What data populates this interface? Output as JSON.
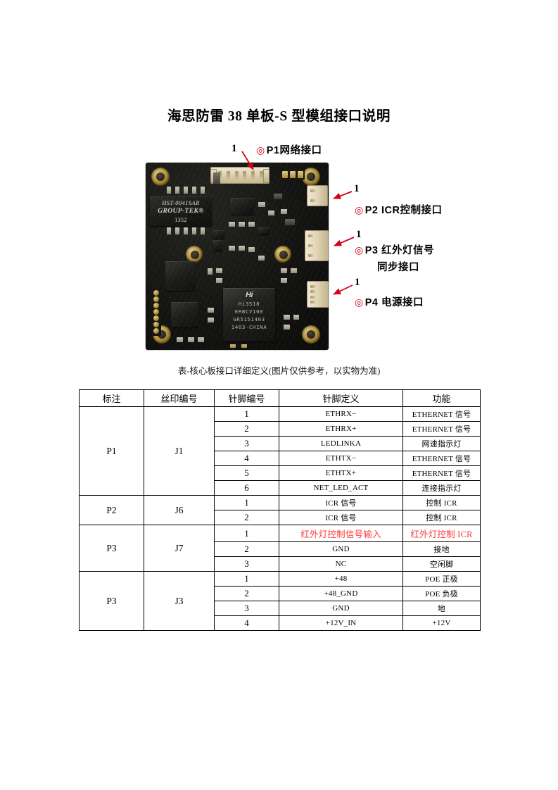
{
  "document": {
    "title": "海思防雷 38 单板-S 型模组接口说明",
    "caption": "表-核心板接口详细定义(图片仅供参考，以实物为准)"
  },
  "figure": {
    "callouts": [
      {
        "num": "1",
        "bullet": "◎",
        "label": "P1网络接口"
      },
      {
        "num": "1",
        "bullet": "◎",
        "label": "P2 ICR控制接口"
      },
      {
        "num": "1",
        "bullet": "◎",
        "label": "P3 红外灯信号",
        "label2": "同步接口"
      },
      {
        "num": "1",
        "bullet": "◎",
        "label": "P4 电源接口"
      }
    ],
    "board": {
      "transformer": {
        "line1": "HST-0041SAR",
        "line2": "GROUP-TEK®",
        "line3": "1352"
      },
      "soc": {
        "logo": "Hi",
        "line1": "Hi3518",
        "line2": "ERBCV100",
        "line3": "GR5151403",
        "line4": "1403-CHINA"
      }
    }
  },
  "table": {
    "headers": [
      "标注",
      "丝印编号",
      "针脚编号",
      "针脚定义",
      "功能"
    ],
    "groups": [
      {
        "mark": "P1",
        "silk": "J1",
        "rows": [
          {
            "pin": "1",
            "def": "ETHRX−",
            "func": "ETHERNET 信号",
            "red": false
          },
          {
            "pin": "2",
            "def": "ETHRX+",
            "func": "ETHERNET 信号",
            "red": false
          },
          {
            "pin": "3",
            "def": "LEDLINKA",
            "func": "网速指示灯",
            "red": false
          },
          {
            "pin": "4",
            "def": "ETHTX−",
            "func": "ETHERNET 信号",
            "red": false
          },
          {
            "pin": "5",
            "def": "ETHTX+",
            "func": "ETHERNET 信号",
            "red": false
          },
          {
            "pin": "6",
            "def": "NET_LED_ACT",
            "func": "连接指示灯",
            "red": false
          }
        ]
      },
      {
        "mark": "P2",
        "silk": "J6",
        "rows": [
          {
            "pin": "1",
            "def": "ICR 信号",
            "func": "控制 ICR",
            "red": false
          },
          {
            "pin": "2",
            "def": "ICR 信号",
            "func": "控制 ICR",
            "red": false
          }
        ]
      },
      {
        "mark": "P3",
        "silk": "J7",
        "rows": [
          {
            "pin": "1",
            "def": "红外灯控制信号输入",
            "func": "红外灯控制 ICR",
            "red": true
          },
          {
            "pin": "2",
            "def": "GND",
            "func": "接地",
            "red": false
          },
          {
            "pin": "3",
            "def": "NC",
            "func": "空闲脚",
            "red": false
          }
        ]
      },
      {
        "mark": "P3",
        "silk": "J3",
        "rows": [
          {
            "pin": "1",
            "def": "+48",
            "func": "POE 正极",
            "red": false
          },
          {
            "pin": "2",
            "def": "+48_GND",
            "func": "POE 负极",
            "red": false
          },
          {
            "pin": "3",
            "def": "GND",
            "func": "地",
            "red": false
          },
          {
            "pin": "4",
            "def": "+12V_IN",
            "func": "+12V",
            "red": false
          }
        ]
      }
    ]
  },
  "colors": {
    "accent_red": "#d0021b",
    "table_red": "#ff3b3b",
    "text": "#000000",
    "pcb_dark": "#131311",
    "connector_cream": "#e0d4b5",
    "gold": "#b9983f"
  }
}
